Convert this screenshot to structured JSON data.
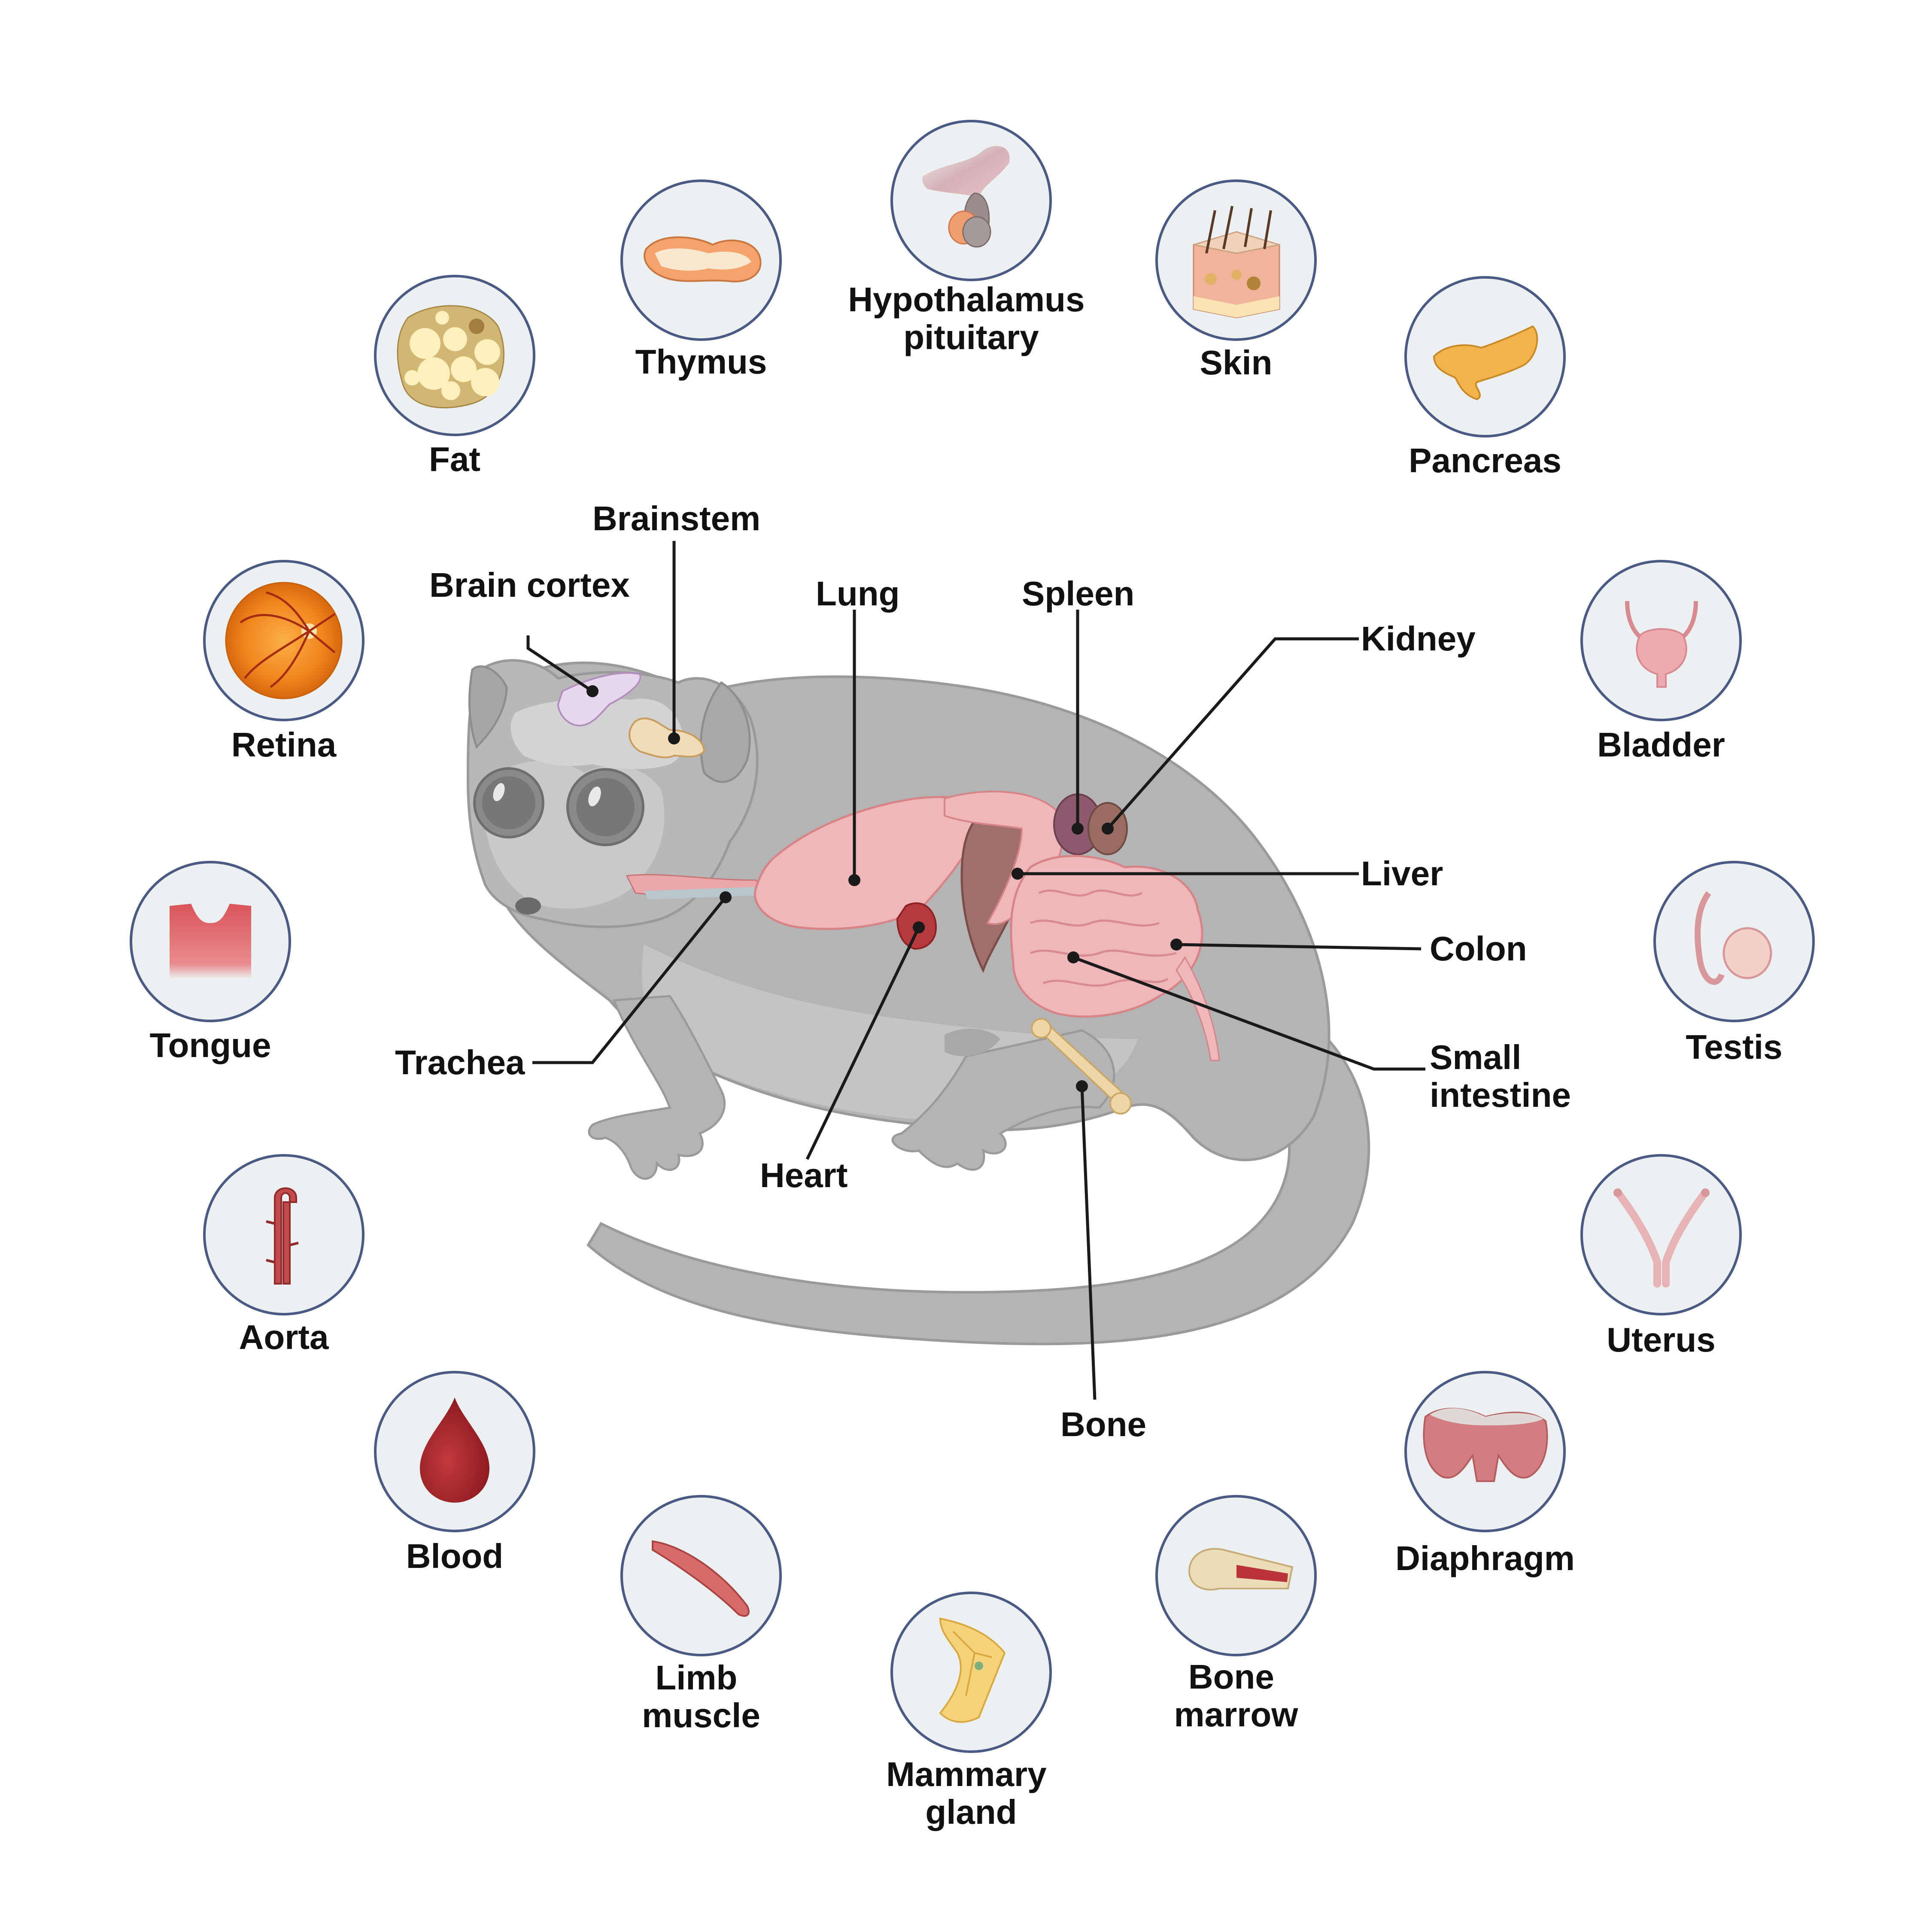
{
  "figure": {
    "subject": "mouse lemur (Microcebus) body map",
    "colors": {
      "circle_fill": "#ECF0F1",
      "circle_border": "#4A5A85",
      "body_fur": "#B4B4B4",
      "organ_pink": "#EFB7B9",
      "leader_line": "#1A1A1A"
    }
  },
  "tissues": [
    {
      "id": "fat",
      "label": "Fat",
      "icon": "adipocyte-icon"
    },
    {
      "id": "thymus",
      "label": "Thymus",
      "icon": "thymus-icon"
    },
    {
      "id": "hypothalamus",
      "label_lines": [
        "Hypothalamus",
        "pituitary"
      ],
      "icon": "pituitary-icon"
    },
    {
      "id": "skin",
      "label": "Skin",
      "icon": "skin-section-icon"
    },
    {
      "id": "pancreas",
      "label": "Pancreas",
      "icon": "pancreas-icon"
    },
    {
      "id": "retina",
      "label": "Retina",
      "icon": "retina-icon"
    },
    {
      "id": "bladder",
      "label": "Bladder",
      "icon": "bladder-icon"
    },
    {
      "id": "tongue",
      "label": "Tongue",
      "icon": "tongue-icon"
    },
    {
      "id": "testis",
      "label": "Testis",
      "icon": "testis-icon"
    },
    {
      "id": "aorta",
      "label": "Aorta",
      "icon": "aorta-icon"
    },
    {
      "id": "uterus",
      "label": "Uterus",
      "icon": "uterus-icon"
    },
    {
      "id": "blood",
      "label": "Blood",
      "icon": "blood-drop-icon"
    },
    {
      "id": "diaphragm",
      "label": "Diaphragm",
      "icon": "diaphragm-icon"
    },
    {
      "id": "limb_muscle",
      "label_lines": [
        "Limb",
        "muscle"
      ],
      "icon": "muscle-icon"
    },
    {
      "id": "bone_marrow",
      "label_lines": [
        "Bone",
        "marrow"
      ],
      "icon": "bone-marrow-icon"
    },
    {
      "id": "mammary",
      "label_lines": [
        "Mammary",
        "gland"
      ],
      "icon": "mammary-gland-icon"
    }
  ],
  "organs": [
    {
      "id": "brain_cortex",
      "label": "Brain cortex"
    },
    {
      "id": "brainstem",
      "label": "Brainstem"
    },
    {
      "id": "lung",
      "label": "Lung"
    },
    {
      "id": "spleen",
      "label": "Spleen"
    },
    {
      "id": "kidney",
      "label": "Kidney"
    },
    {
      "id": "liver",
      "label": "Liver"
    },
    {
      "id": "colon",
      "label": "Colon"
    },
    {
      "id": "small_intestine",
      "label_lines": [
        "Small",
        "intestine"
      ]
    },
    {
      "id": "trachea",
      "label": "Trachea"
    },
    {
      "id": "heart",
      "label": "Heart"
    },
    {
      "id": "bone",
      "label": "Bone"
    }
  ]
}
